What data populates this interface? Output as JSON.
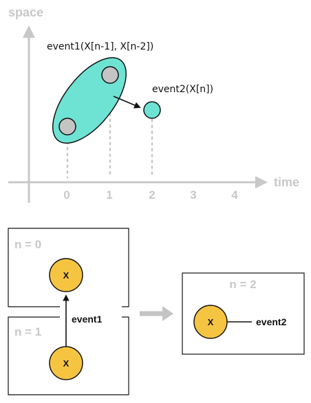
{
  "axes": {
    "y_label": "space",
    "x_label": "time",
    "ticks": [
      "0",
      "1",
      "2",
      "3",
      "4"
    ]
  },
  "events": {
    "event1": "event1(X[n-1], X[n-2])",
    "event2": "event2(X[n])"
  },
  "graph": {
    "n0": "n = 0",
    "n1": "n = 1",
    "n2": "n = 2",
    "node_label": "X",
    "edge1": "event1",
    "edge2": "event2"
  },
  "colors": {
    "axis": "#c8c8c8",
    "teal": "#6ee3d3",
    "node_grey": "#c4c4c4",
    "node_yellow": "#f5c542",
    "stroke": "#111111",
    "arrow_grey": "#c4c4c4"
  }
}
